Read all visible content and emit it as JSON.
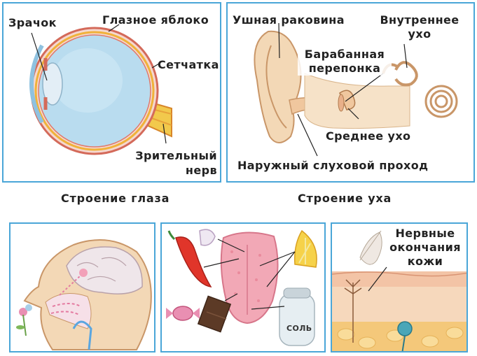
{
  "eye_panel": {
    "labels": {
      "pupil": "Зрачок",
      "eyeball": "Глазное яблоко",
      "retina": "Сетчатка",
      "optic_nerve": "Зрительный нерв"
    },
    "caption": "Строение глаза"
  },
  "ear_panel": {
    "labels": {
      "auricle": "Ушная раковина",
      "inner_ear": "Внутреннее ухо",
      "eardrum": "Барабанная перепонка",
      "middle_ear": "Среднее ухо",
      "ear_canal": "Наружный слуховой проход"
    },
    "caption": "Строение уха"
  },
  "tongue_panel": {
    "salt_jar_text": "СОЛЬ"
  },
  "skin_panel": {
    "label": "Нервные окончания кожи"
  },
  "colors": {
    "frame": "#4aa6d8",
    "eyeball": "#b9dcef",
    "skin_tone": "#f3d8b6",
    "tongue": "#f2a8b6",
    "pepper": "#e0352a"
  }
}
